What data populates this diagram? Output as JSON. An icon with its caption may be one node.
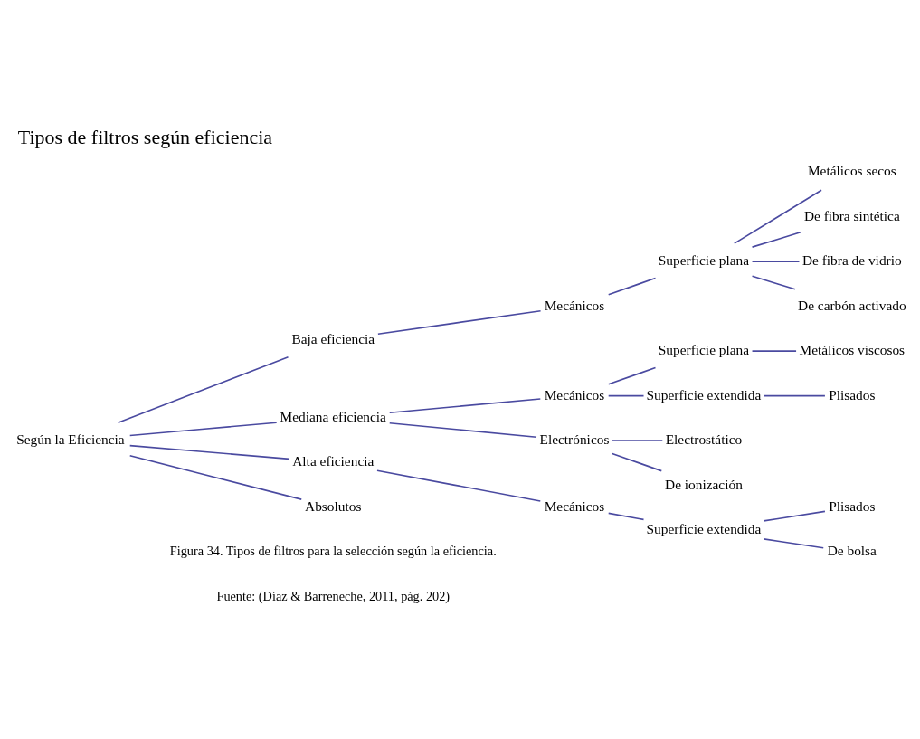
{
  "diagram": {
    "title": "Tipos de filtros según eficiencia",
    "caption": "Figura 34. Tipos de filtros para la selección según la eficiencia.",
    "nodes": [
      {
        "text": [
          "Según la Eficiencia"
        ]
      },
      {
        "text": [
          "Baja eficiencia"
        ]
      },
      {
        "text": [
          "Mecánicos"
        ]
      },
      {
        "text": [
          "Superficie plana"
        ]
      },
      {
        "text": [
          "Metálicos secos"
        ]
      },
      {
        "text": [
          "De fibra sintética"
        ]
      },
      {
        "text": [
          "De fibra de vidrio"
        ]
      },
      {
        "text": [
          "De carbón activado"
        ]
      },
      {
        "text": [
          "Mediana eficiencia"
        ]
      },
      {
        "text": [
          "Mecánicos"
        ]
      },
      {
        "text": [
          "Superficie plana"
        ]
      },
      {
        "text": [
          "Metálicos viscosos"
        ]
      },
      {
        "text": [
          "Superficie extendida"
        ]
      },
      {
        "text": [
          "Plisados"
        ]
      },
      {
        "text": [
          "Electrónicos"
        ]
      },
      {
        "text": [
          "Electrostático"
        ]
      },
      {
        "text": [
          "De ionización"
        ]
      },
      {
        "text": [
          "Alta eficiencia"
        ]
      },
      {
        "text": [
          "Mecánicos"
        ]
      },
      {
        "text": [
          "Superficie extendida"
        ]
      },
      {
        "text": [
          "Plisados"
        ]
      },
      {
        "text": [
          "De bolsa"
        ]
      },
      {
        "text": [
          "Absolutos"
        ]
      }
    ],
    "edges": [
      {
        "from": 0,
        "to": 1,
        "arrow": "none"
      },
      {
        "from": 1,
        "to": 2,
        "arrow": "none"
      },
      {
        "from": 2,
        "to": 3,
        "arrow": "none"
      },
      {
        "from": 3,
        "to": 4,
        "arrow": "none"
      },
      {
        "from": 3,
        "to": 5,
        "arrow": "none"
      },
      {
        "from": 3,
        "to": 6,
        "arrow": "none"
      },
      {
        "from": 3,
        "to": 7,
        "arrow": "none"
      },
      {
        "from": 0,
        "to": 8,
        "arrow": "none"
      },
      {
        "from": 8,
        "to": 9,
        "arrow": "none"
      },
      {
        "from": 9,
        "to": 10,
        "arrow": "none"
      },
      {
        "from": 10,
        "to": 11,
        "arrow": "none"
      },
      {
        "from": 9,
        "to": 12,
        "arrow": "none"
      },
      {
        "from": 12,
        "to": 13,
        "arrow": "none"
      },
      {
        "from": 8,
        "to": 14,
        "arrow": "none"
      },
      {
        "from": 14,
        "to": 15,
        "arrow": "none"
      },
      {
        "from": 14,
        "to": 16,
        "arrow": "none"
      },
      {
        "from": 0,
        "to": 17,
        "arrow": "none"
      },
      {
        "from": 17,
        "to": 18,
        "arrow": "none"
      },
      {
        "from": 18,
        "to": 19,
        "arrow": "none"
      },
      {
        "from": 19,
        "to": 20,
        "arrow": "none"
      },
      {
        "from": 19,
        "to": 21,
        "arrow": "none"
      },
      {
        "from": 0,
        "to": 22,
        "arrow": "none"
      }
    ],
    "labels": [
      "Fuente: (Díaz & Barreneche, 2011, pág. 202)"
    ]
  }
}
